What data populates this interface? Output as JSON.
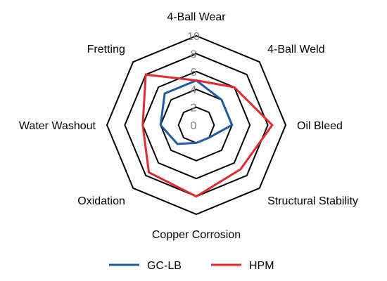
{
  "chart_data": {
    "type": "radar",
    "axes": [
      "4-Ball Wear",
      "4-Ball Weld",
      "Oil Bleed",
      "Structural Stability",
      "Copper Corrosion",
      "Oxidation",
      "Water Washout",
      "Fretting"
    ],
    "rlim": [
      0,
      10
    ],
    "ticks": [
      "0",
      "2",
      "4",
      "6",
      "8",
      "10"
    ],
    "grid": true,
    "legend_position": "bottom",
    "series": [
      {
        "name": "GC-LB",
        "color": "#1f5aa6",
        "values": [
          5,
          4,
          4,
          2,
          2,
          3,
          4,
          5
        ]
      },
      {
        "name": "HPM",
        "color": "#e02a2f",
        "values": [
          5,
          6,
          8.5,
          7,
          8,
          7.5,
          6,
          8
        ]
      }
    ]
  }
}
